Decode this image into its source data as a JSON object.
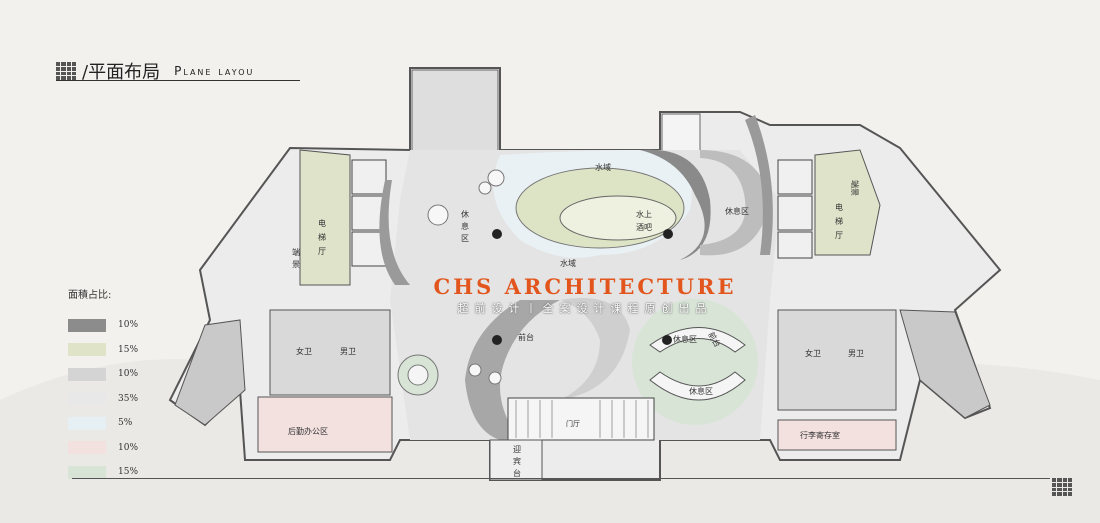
{
  "title": {
    "cn": "/平面布局",
    "en": "Plane layou"
  },
  "legend": {
    "title": "面積占比:",
    "items": [
      {
        "color": "#8c8c8c",
        "value": "10%"
      },
      {
        "color": "#dfe3c8",
        "value": "15%"
      },
      {
        "color": "#d4d4d4",
        "value": "10%"
      },
      {
        "color": "#e8e8e8",
        "value": "35%"
      },
      {
        "color": "#e6f0f4",
        "value": "5%"
      },
      {
        "color": "#f3e1e0",
        "value": "10%"
      },
      {
        "color": "#d7e4d6",
        "value": "15%"
      }
    ]
  },
  "brand": {
    "main": "CHS ARCHITECTURE",
    "sub": "超前设计丨全案设计课程原创出品"
  },
  "rooms": {
    "water_top": "水域",
    "water_bottom": "水域",
    "bar_1": "水上",
    "bar_2": "酒吧",
    "rest_left_1": "休",
    "rest_left_2": "息",
    "rest_left_3": "区",
    "rest_right_top": "休息区",
    "elevator_left_1": "电",
    "elevator_left_2": "梯",
    "elevator_left_3": "厅",
    "elevator_right_1": "电",
    "elevator_right_2": "梯",
    "elevator_right_3": "厅",
    "scenery_left_1": "端",
    "scenery_left_2": "景",
    "scenery_right": "端景",
    "front_desk_1": "前台",
    "front_desk_2": "前台",
    "rest_green_1": "休息区",
    "rest_green_2": "休息区",
    "women_left": "女卫",
    "men_left": "男卫",
    "women_right": "女卫",
    "men_right": "男卫",
    "office": "后勤办公区",
    "luggage": "行李寄存室",
    "gate": "门厅",
    "reception_1": "迎",
    "reception_2": "宾",
    "reception_3": "台"
  }
}
